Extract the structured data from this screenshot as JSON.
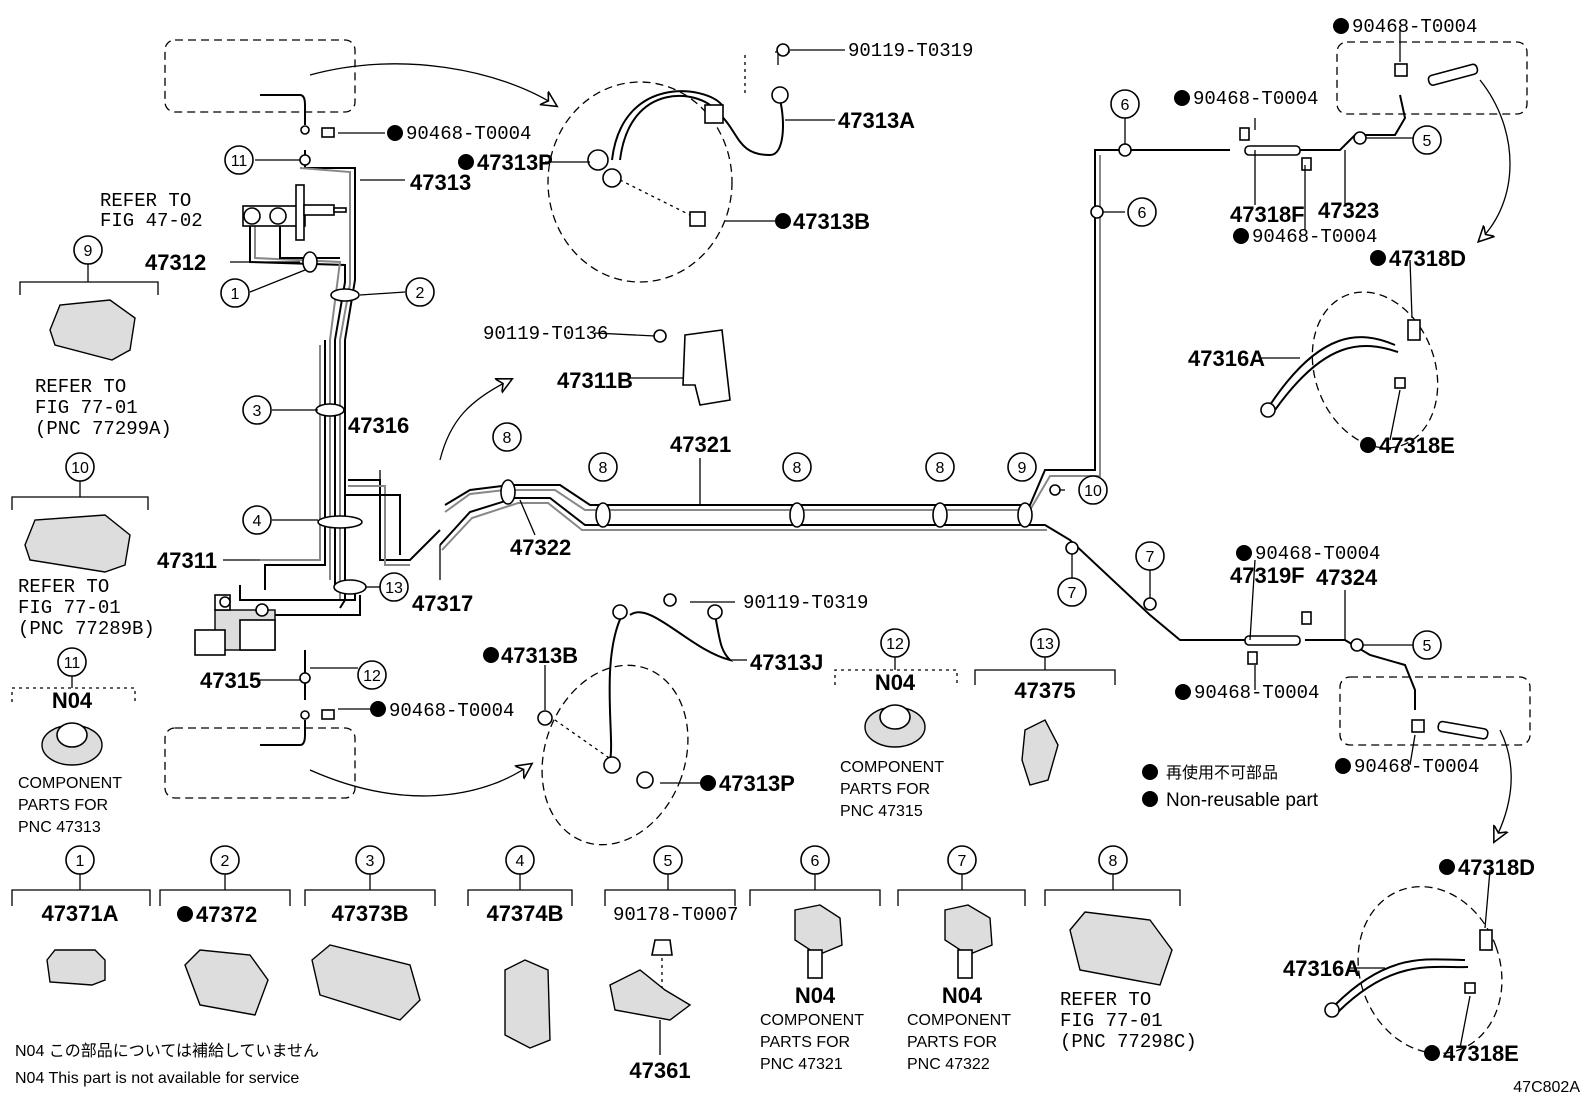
{
  "diagram_id": "47C802A",
  "labels": {
    "p90119_T0319_top": "90119-T0319",
    "p47313A": "47313A",
    "p47313P_top": "47313P",
    "p47313B_top": "47313B",
    "p90468_T0004_lt": "90468-T0004",
    "p47313": "47313",
    "refer_fig_47_02_a": "REFER TO",
    "refer_fig_47_02_b": "FIG 47-02",
    "p47312": "47312",
    "p47316": "47316",
    "p90119_T0136": "90119-T0136",
    "p47311B": "47311B",
    "p47311": "47311",
    "p47317": "47317",
    "p47322": "47322",
    "p47321": "47321",
    "p47315": "47315",
    "p90468_T0004_lb": "90468-T0004",
    "p47313B_bot": "47313B",
    "p90119_T0319_bot": "90119-T0319",
    "p47313J": "47313J",
    "p47313P_bot": "47313P",
    "p90468_T0004_tr1": "90468-T0004",
    "p90468_T0004_tr2": "90468-T0004",
    "p47318F": "47318F",
    "p47323": "47323",
    "p90468_T0004_tr3": "90468-T0004",
    "p47318D_top": "47318D",
    "p47316A_top": "47316A",
    "p47318E_top": "47318E",
    "p90468_T0004_br1": "90468-T0004",
    "p47319F": "47319F",
    "p47324": "47324",
    "p90468_T0004_br2": "90468-T0004",
    "p90468_T0004_br3": "90468-T0004",
    "p47318D_bot": "47318D",
    "p47316A_bot": "47316A",
    "p47318E_bot": "47318E",
    "legend_jp": "再使用不可部品",
    "legend_en": "Non-reusable part",
    "refer_77_01_a_1": "REFER TO",
    "refer_77_01_a_2": "FIG 77-01",
    "refer_77_01_a_3": "(PNC 77299A)",
    "refer_77_01_b_1": "REFER TO",
    "refer_77_01_b_2": "FIG 77-01",
    "refer_77_01_b_3": "(PNC 77289B)",
    "n04_11": "N04",
    "comp_47313_1": "COMPONENT",
    "comp_47313_2": "PARTS FOR",
    "comp_47313_3": "PNC 47313",
    "n04_12": "N04",
    "comp_47315_1": "COMPONENT",
    "comp_47315_2": "PARTS FOR",
    "comp_47315_3": "PNC 47315",
    "p47375": "47375",
    "p47371A": "47371A",
    "p47372": "47372",
    "p47373B": "47373B",
    "p47374B": "47374B",
    "p90178_T0007": "90178-T0007",
    "p47361": "47361",
    "n04_6": "N04",
    "comp_47321_1": "COMPONENT",
    "comp_47321_2": "PARTS FOR",
    "comp_47321_3": "PNC 47321",
    "n04_7": "N04",
    "comp_47322_1": "COMPONENT",
    "comp_47322_2": "PARTS FOR",
    "comp_47322_3": "PNC 47322",
    "refer_77_01_c_1": "REFER TO",
    "refer_77_01_c_2": "FIG 77-01",
    "refer_77_01_c_3": "(PNC 77298C)",
    "note_jp": "N04 この部品については補給していません",
    "note_en": "N04 This part is not available for service"
  },
  "callouts": [
    "1",
    "2",
    "3",
    "4",
    "5",
    "6",
    "7",
    "8",
    "9",
    "10",
    "11",
    "12",
    "13"
  ]
}
